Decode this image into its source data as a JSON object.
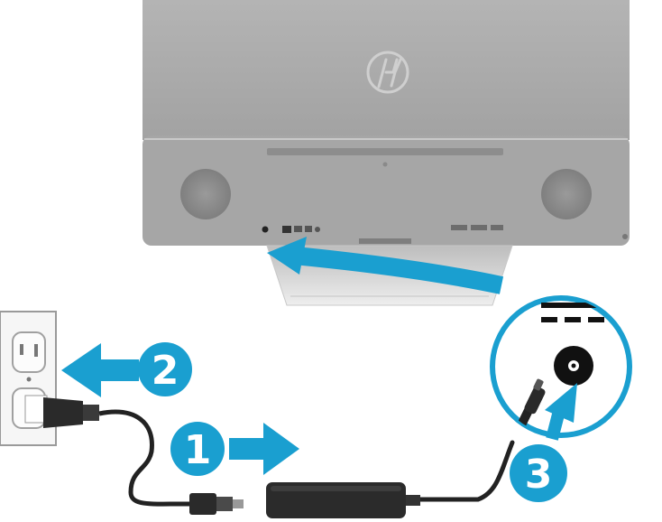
{
  "colors": {
    "callout_blue": "#1a9fd0",
    "monitor_gray": "#a9a9a9",
    "monitor_dark": "#8f8f8f",
    "cable_black": "#222222"
  },
  "steps": [
    {
      "number": "1",
      "icon": "arrow-right-icon"
    },
    {
      "number": "2",
      "icon": "arrow-left-icon"
    },
    {
      "number": "3",
      "icon": "arrow-up-right-icon"
    }
  ],
  "icons": {
    "brand_logo": "hp-logo-icon",
    "dc_power_symbol": "dc-symbol-icon",
    "power_jack": "power-jack-icon",
    "wall_outlet": "wall-outlet-icon",
    "power_adapter": "power-adapter-icon"
  }
}
